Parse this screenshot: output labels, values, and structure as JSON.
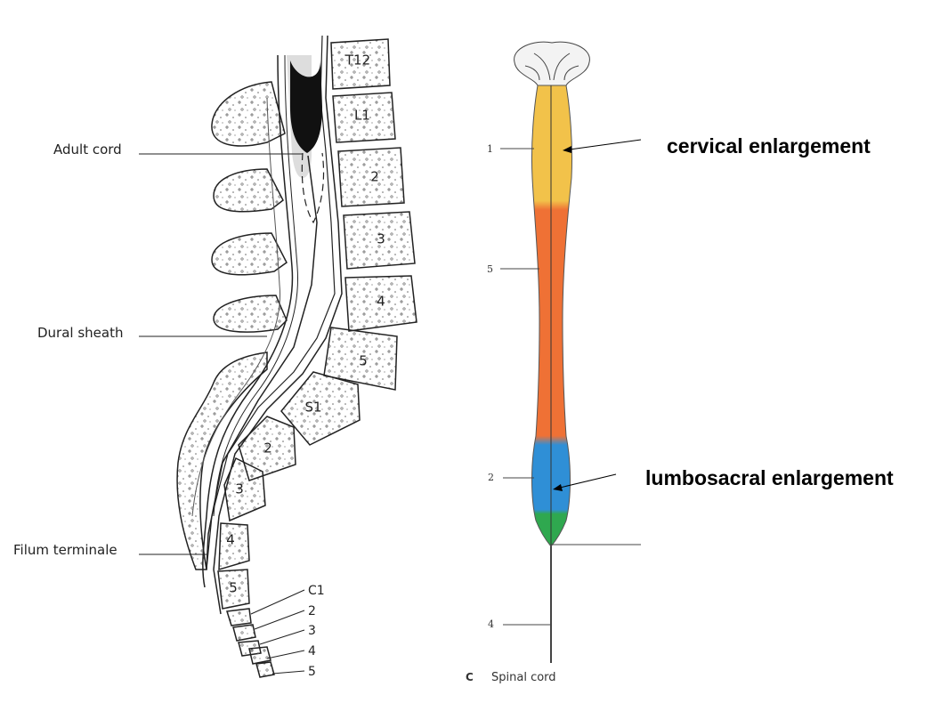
{
  "left_figure": {
    "labels": {
      "adult_cord": "Adult cord",
      "dural_sheath": "Dural sheath",
      "filum_terminale": "Filum terminale"
    },
    "vertebrae": [
      "T12",
      "L1",
      "2",
      "3",
      "4",
      "5",
      "S1",
      "2",
      "3",
      "4",
      "5"
    ],
    "coccyx": [
      "C1",
      "2",
      "3",
      "4",
      "5"
    ]
  },
  "right_figure": {
    "segment_marks": [
      "1",
      "5",
      "2",
      "4"
    ],
    "annotations": {
      "cervical": "cervical enlargement",
      "lumbosacral": "lumbosacral enlargement"
    },
    "caption_letter": "C",
    "caption_text": "Spinal cord",
    "region_colors": {
      "cervical": "#f2c24a",
      "thoracic": "#ef7135",
      "lumbar": "#2f8fd6",
      "sacral": "#2fa84f"
    }
  }
}
